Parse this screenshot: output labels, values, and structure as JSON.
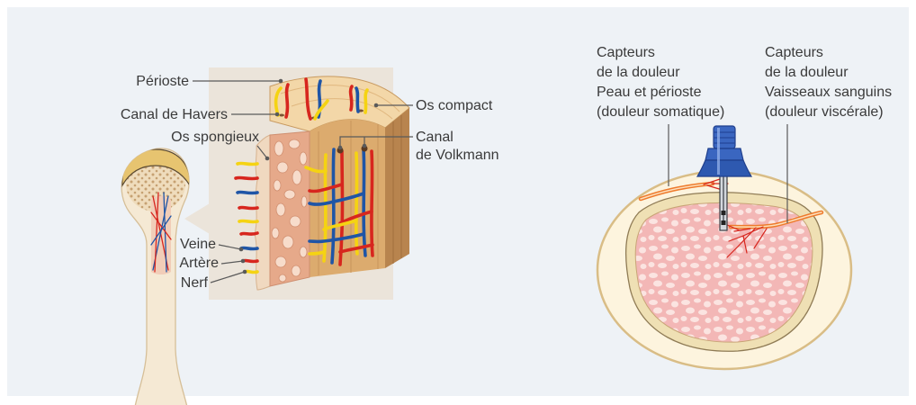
{
  "left_diagram": {
    "labels": {
      "periosteum": "Périoste",
      "haversian_canal": "Canal de Havers",
      "spongy_bone": "Os spongieux",
      "compact_bone": "Os compact",
      "volkmann_canal_line1": "Canal",
      "volkmann_canal_line2": "de Volkmann",
      "vein": "Veine",
      "artery": "Artère",
      "nerve": "Nerf"
    }
  },
  "right_diagram": {
    "somatic_receptors": [
      "Capteurs",
      "de la douleur",
      "Peau et périoste",
      "(douleur somatique)"
    ],
    "visceral_receptors": [
      "Capteurs",
      "de la douleur",
      "Vaisseaux sanguins",
      "(douleur viscérale)"
    ]
  },
  "colors": {
    "artery": "#d7261e",
    "vein": "#1f55a6",
    "nerve": "#f5d312",
    "pain_fiber": "#ee7b2d",
    "needle_hub": "#3a66c0",
    "label_text": "#3a3a3a",
    "background": "#eef2f6"
  }
}
